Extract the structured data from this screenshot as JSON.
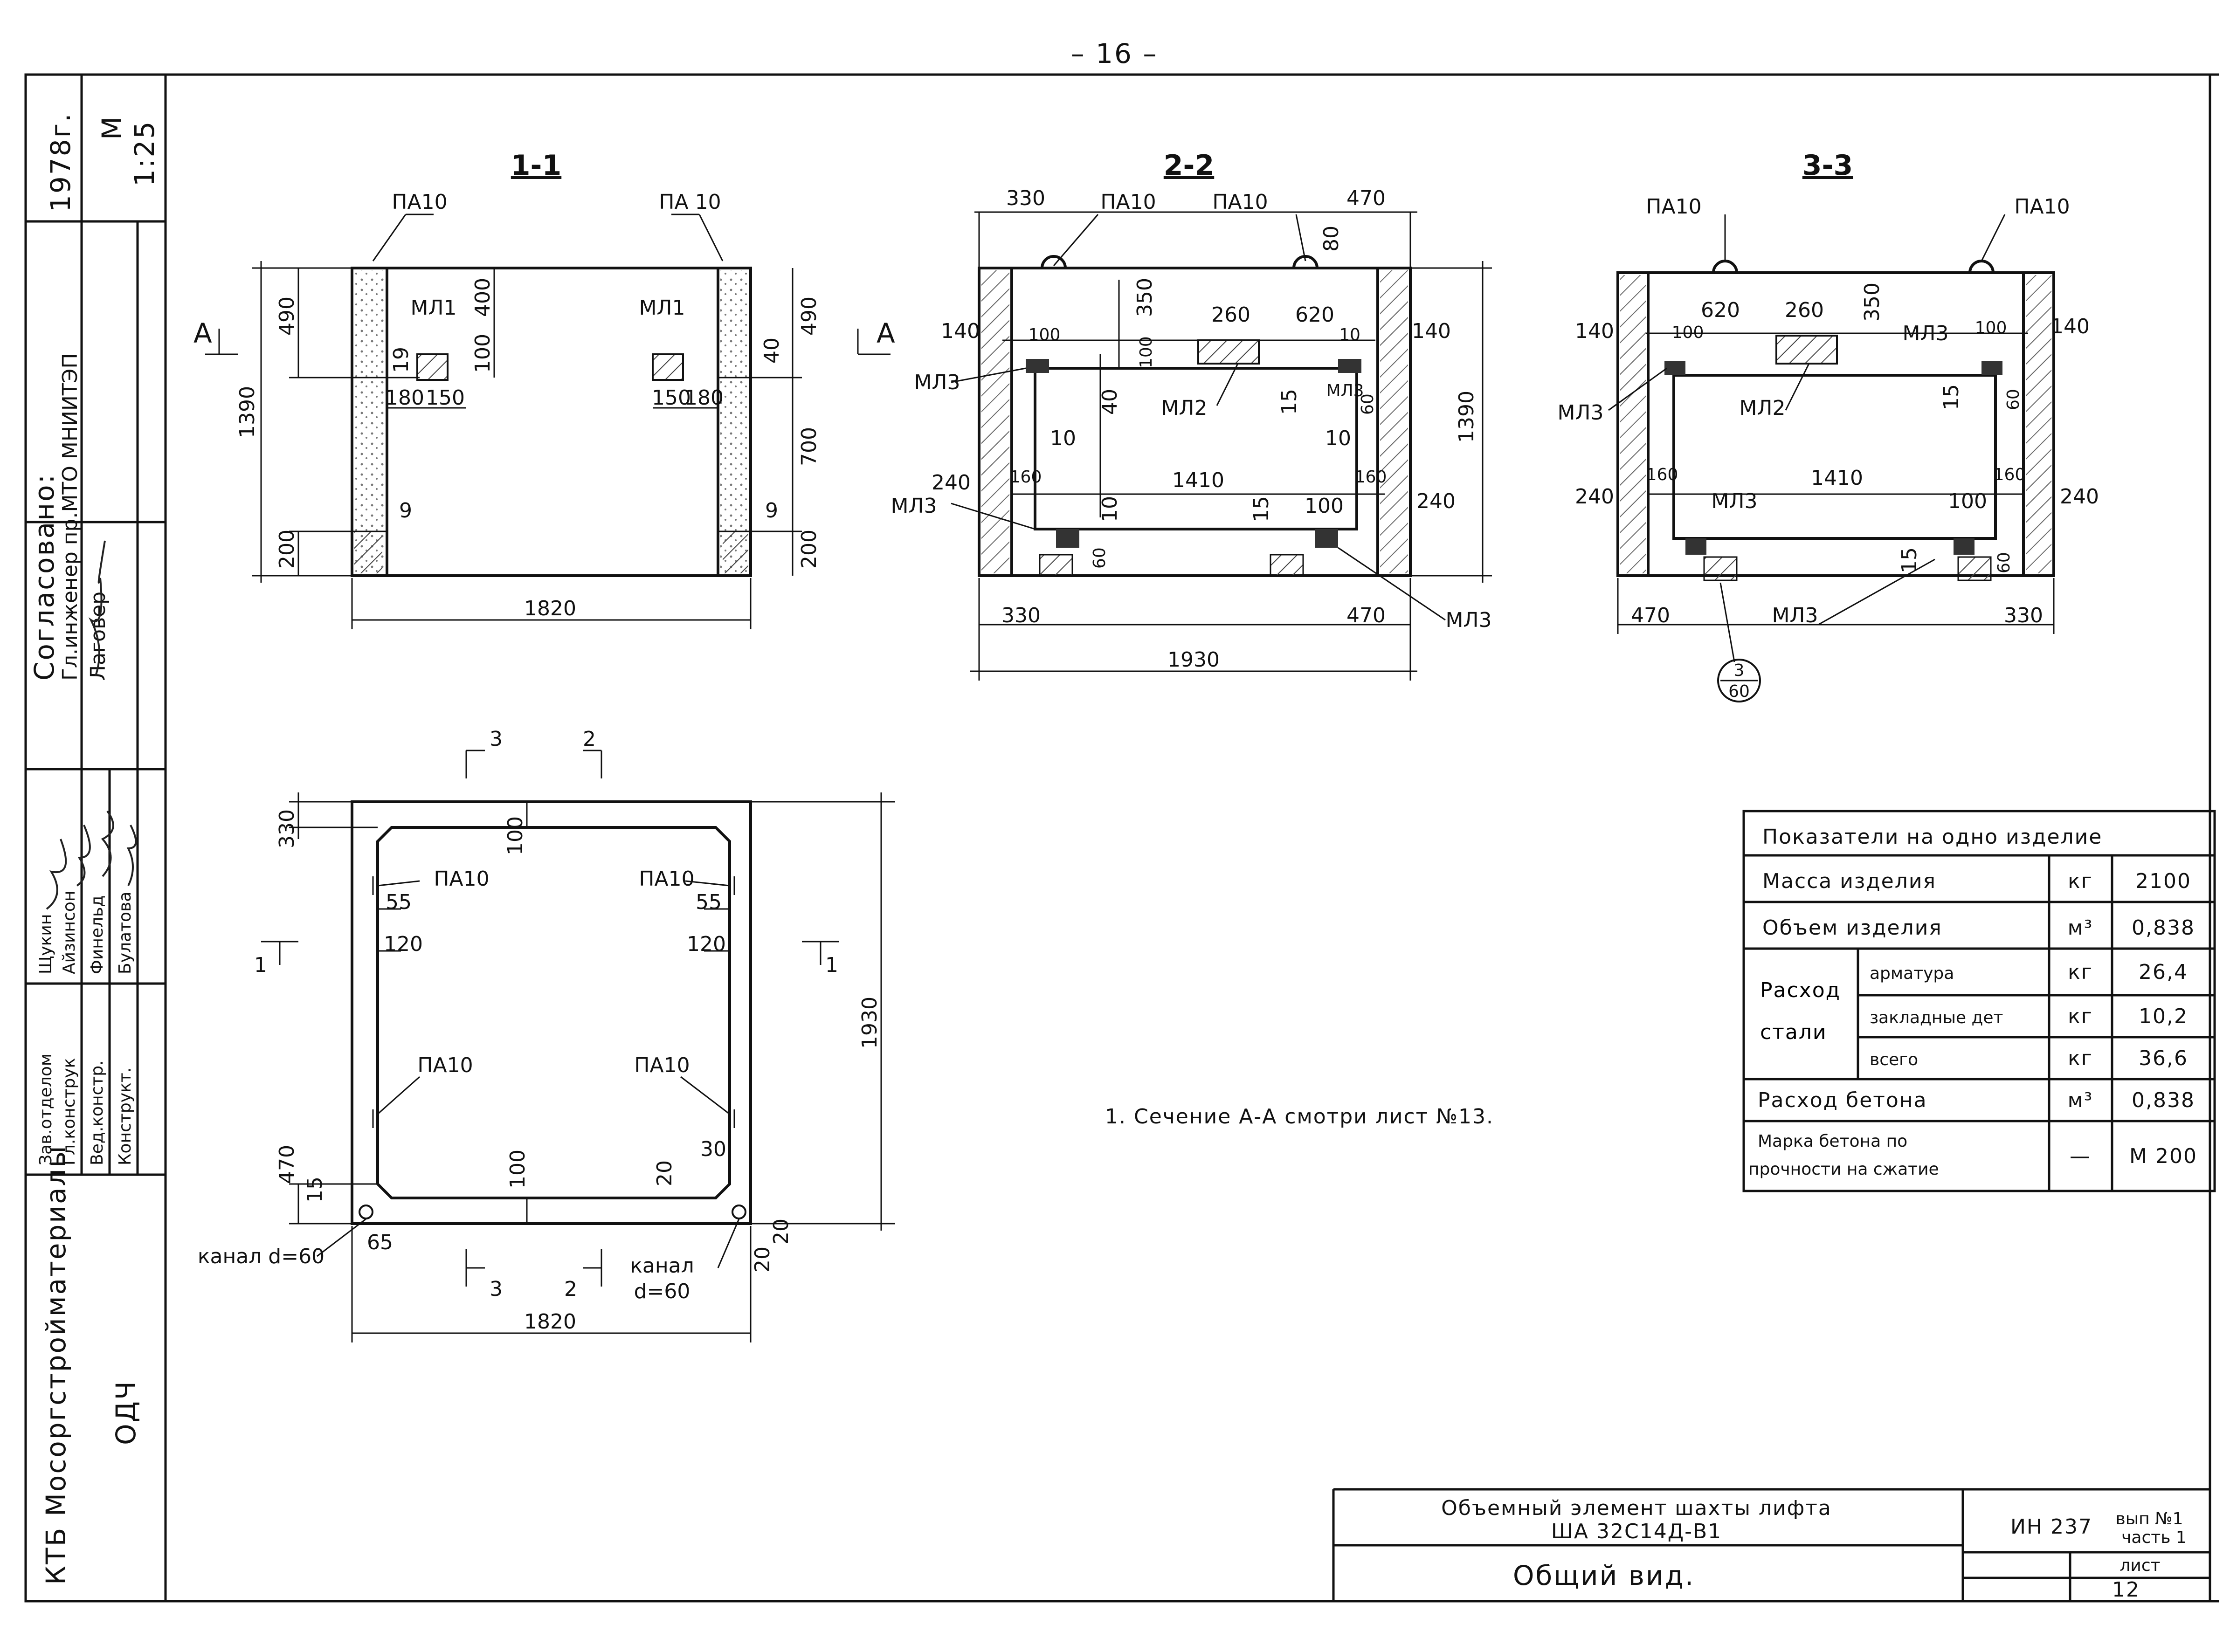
{
  "page_number": "– 16 –",
  "sections": {
    "s11": {
      "title": "1-1",
      "pa_left": "ПА10",
      "pa_right": "ПА 10",
      "ml_left": "МЛ1",
      "ml_right": "МЛ1",
      "section_mark": "А",
      "d1390": "1390",
      "d490": "490",
      "d400": "400",
      "d490r": "490",
      "d700": "700",
      "d200": "200",
      "d200r": "200",
      "d1820": "1820",
      "d19": "19",
      "d100": "100",
      "d180": "180",
      "d150": "150",
      "d150r": "150",
      "d180r": "180",
      "d40": "40",
      "d9": "9",
      "d9r": "9"
    },
    "s22": {
      "title": "2-2",
      "pa1": "ПА10",
      "pa2": "ПА10",
      "d330": "330",
      "d470": "470",
      "d80": "80",
      "d350": "350",
      "d260": "260",
      "d620": "620",
      "d140": "140",
      "d140r": "140",
      "d100": "100",
      "d100b": "100",
      "d10": "10",
      "d40": "40",
      "ml2": "МЛ2",
      "ml3a": "МЛ3",
      "ml3b": "МЛ3",
      "ml3c": "МЛ3",
      "ml3d": "МЛ3",
      "d15": "15",
      "d60": "60",
      "d1410": "1410",
      "d160": "160",
      "d160r": "160",
      "d240": "240",
      "d240r": "240",
      "d1390": "1390",
      "d1930": "1930",
      "d330b": "330",
      "d470b": "470",
      "d10b": "10",
      "d15b": "15",
      "d100c": "100",
      "d10c": "10",
      "d60b": "60"
    },
    "s33": {
      "title": "3-3",
      "pa1": "ПА10",
      "pa2": "ПА10",
      "d620": "620",
      "d260": "260",
      "d350": "350",
      "d140": "140",
      "d140r": "140",
      "d100": "100",
      "d100r": "100",
      "ml3a": "МЛ3",
      "ml3b": "МЛ3",
      "ml3c": "МЛ3",
      "ml3d": "МЛ3",
      "ml2": "МЛ2",
      "d15": "15",
      "d60": "60",
      "d1410": "1410",
      "d160": "160",
      "d160r": "160",
      "d240": "240",
      "d240r": "240",
      "d100b": "100",
      "d15b": "15",
      "d470": "470",
      "d330": "330",
      "d60b": "60",
      "callout_top": "3",
      "callout_bottom": "60"
    },
    "plan": {
      "c3": "3",
      "c2": "2",
      "c3b": "3",
      "c2b": "2",
      "c1": "1",
      "c1r": "1",
      "d330": "330",
      "d100": "100",
      "d55": "55",
      "d55r": "55",
      "d120": "120",
      "d120r": "120",
      "pa_tl": "ПА10",
      "pa_tr": "ПА10",
      "pa_bl": "ПА10",
      "pa_br": "ПА10",
      "d1930": "1930",
      "d470": "470",
      "d15": "15",
      "d100b": "100",
      "d20": "20",
      "d30": "30",
      "d20b": "20",
      "d20c": "20",
      "d65": "65",
      "d1820": "1820",
      "canal_left": "канал d=60",
      "canal_right_1": "канал",
      "canal_right_2": "d=60"
    }
  },
  "note": "1. Сечение А-А смотри лист №13.",
  "indicators": {
    "header": "Показатели на одно изделие",
    "rows": [
      {
        "label": "Масса изделия",
        "unit": "кг",
        "value": "2100"
      },
      {
        "label": "Объем изделия",
        "unit": "м³",
        "value": "0,838"
      }
    ],
    "steel_group": "Расход стали",
    "steel_rows": [
      {
        "label": "арматура",
        "unit": "кг",
        "value": "26,4"
      },
      {
        "label": "закладные дет",
        "unit": "кг",
        "value": "10,2"
      },
      {
        "label": "всего",
        "unit": "кг",
        "value": "36,6"
      }
    ],
    "concrete": {
      "label": "Расход бетона",
      "unit": "м³",
      "value": "0,838"
    },
    "grade": {
      "label1": "Марка бетона по",
      "label2": "прочности на сжатие",
      "unit": "—",
      "value": "М 200"
    }
  },
  "title_block": {
    "name_line1": "Объемный элемент шахты лифта",
    "name_line2": "ША 32С14Д-В1",
    "view": "Общий вид.",
    "doc": "ИН 237",
    "doc_sub1": "вып №1",
    "doc_sub2": "часть 1",
    "sheet_label": "лист",
    "sheet_no": "12"
  },
  "side_stamp": {
    "year": "1978г.",
    "scale_label": "М",
    "scale": "1:25",
    "approved": "Согласовано:",
    "approver_role": "Гл.инженер пр.МТО МНИИТЭП",
    "approver_name": "Лаговер",
    "roles": [
      "Зав.отделом",
      "Гл.конструк",
      "Вед.констр.",
      "Конструкт."
    ],
    "names": [
      "Щукин",
      "Айзинсон",
      "Финельд",
      "Булатова"
    ],
    "org": "КТБ Мосоргстройматериалы",
    "code": "ОДЧ"
  }
}
